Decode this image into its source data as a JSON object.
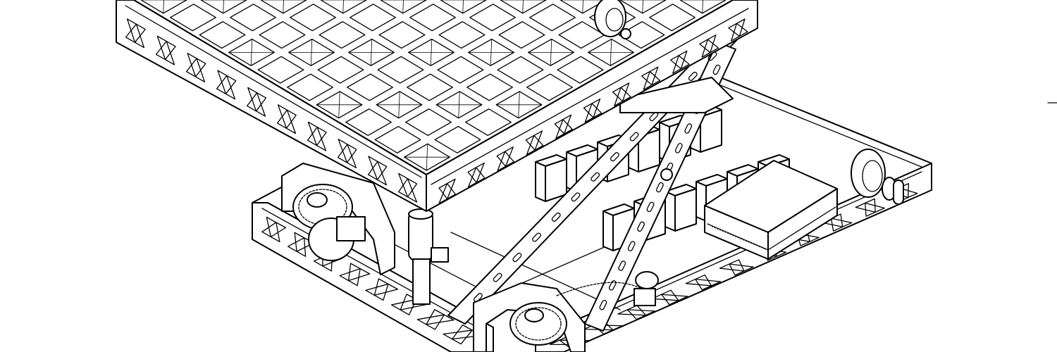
{
  "drawing": {
    "subject": "",
    "colors": {
      "line": "#000000",
      "background": "#ffffff"
    },
    "components": [
      "upper-lattice-deck",
      "lower-chassis-frame",
      "scissor-lift-arms",
      "battery-cells",
      "controller-box",
      "chain-drive-wheels",
      "linear-actuator",
      "caster-wheel"
    ],
    "battery_cell_count": 12
  }
}
